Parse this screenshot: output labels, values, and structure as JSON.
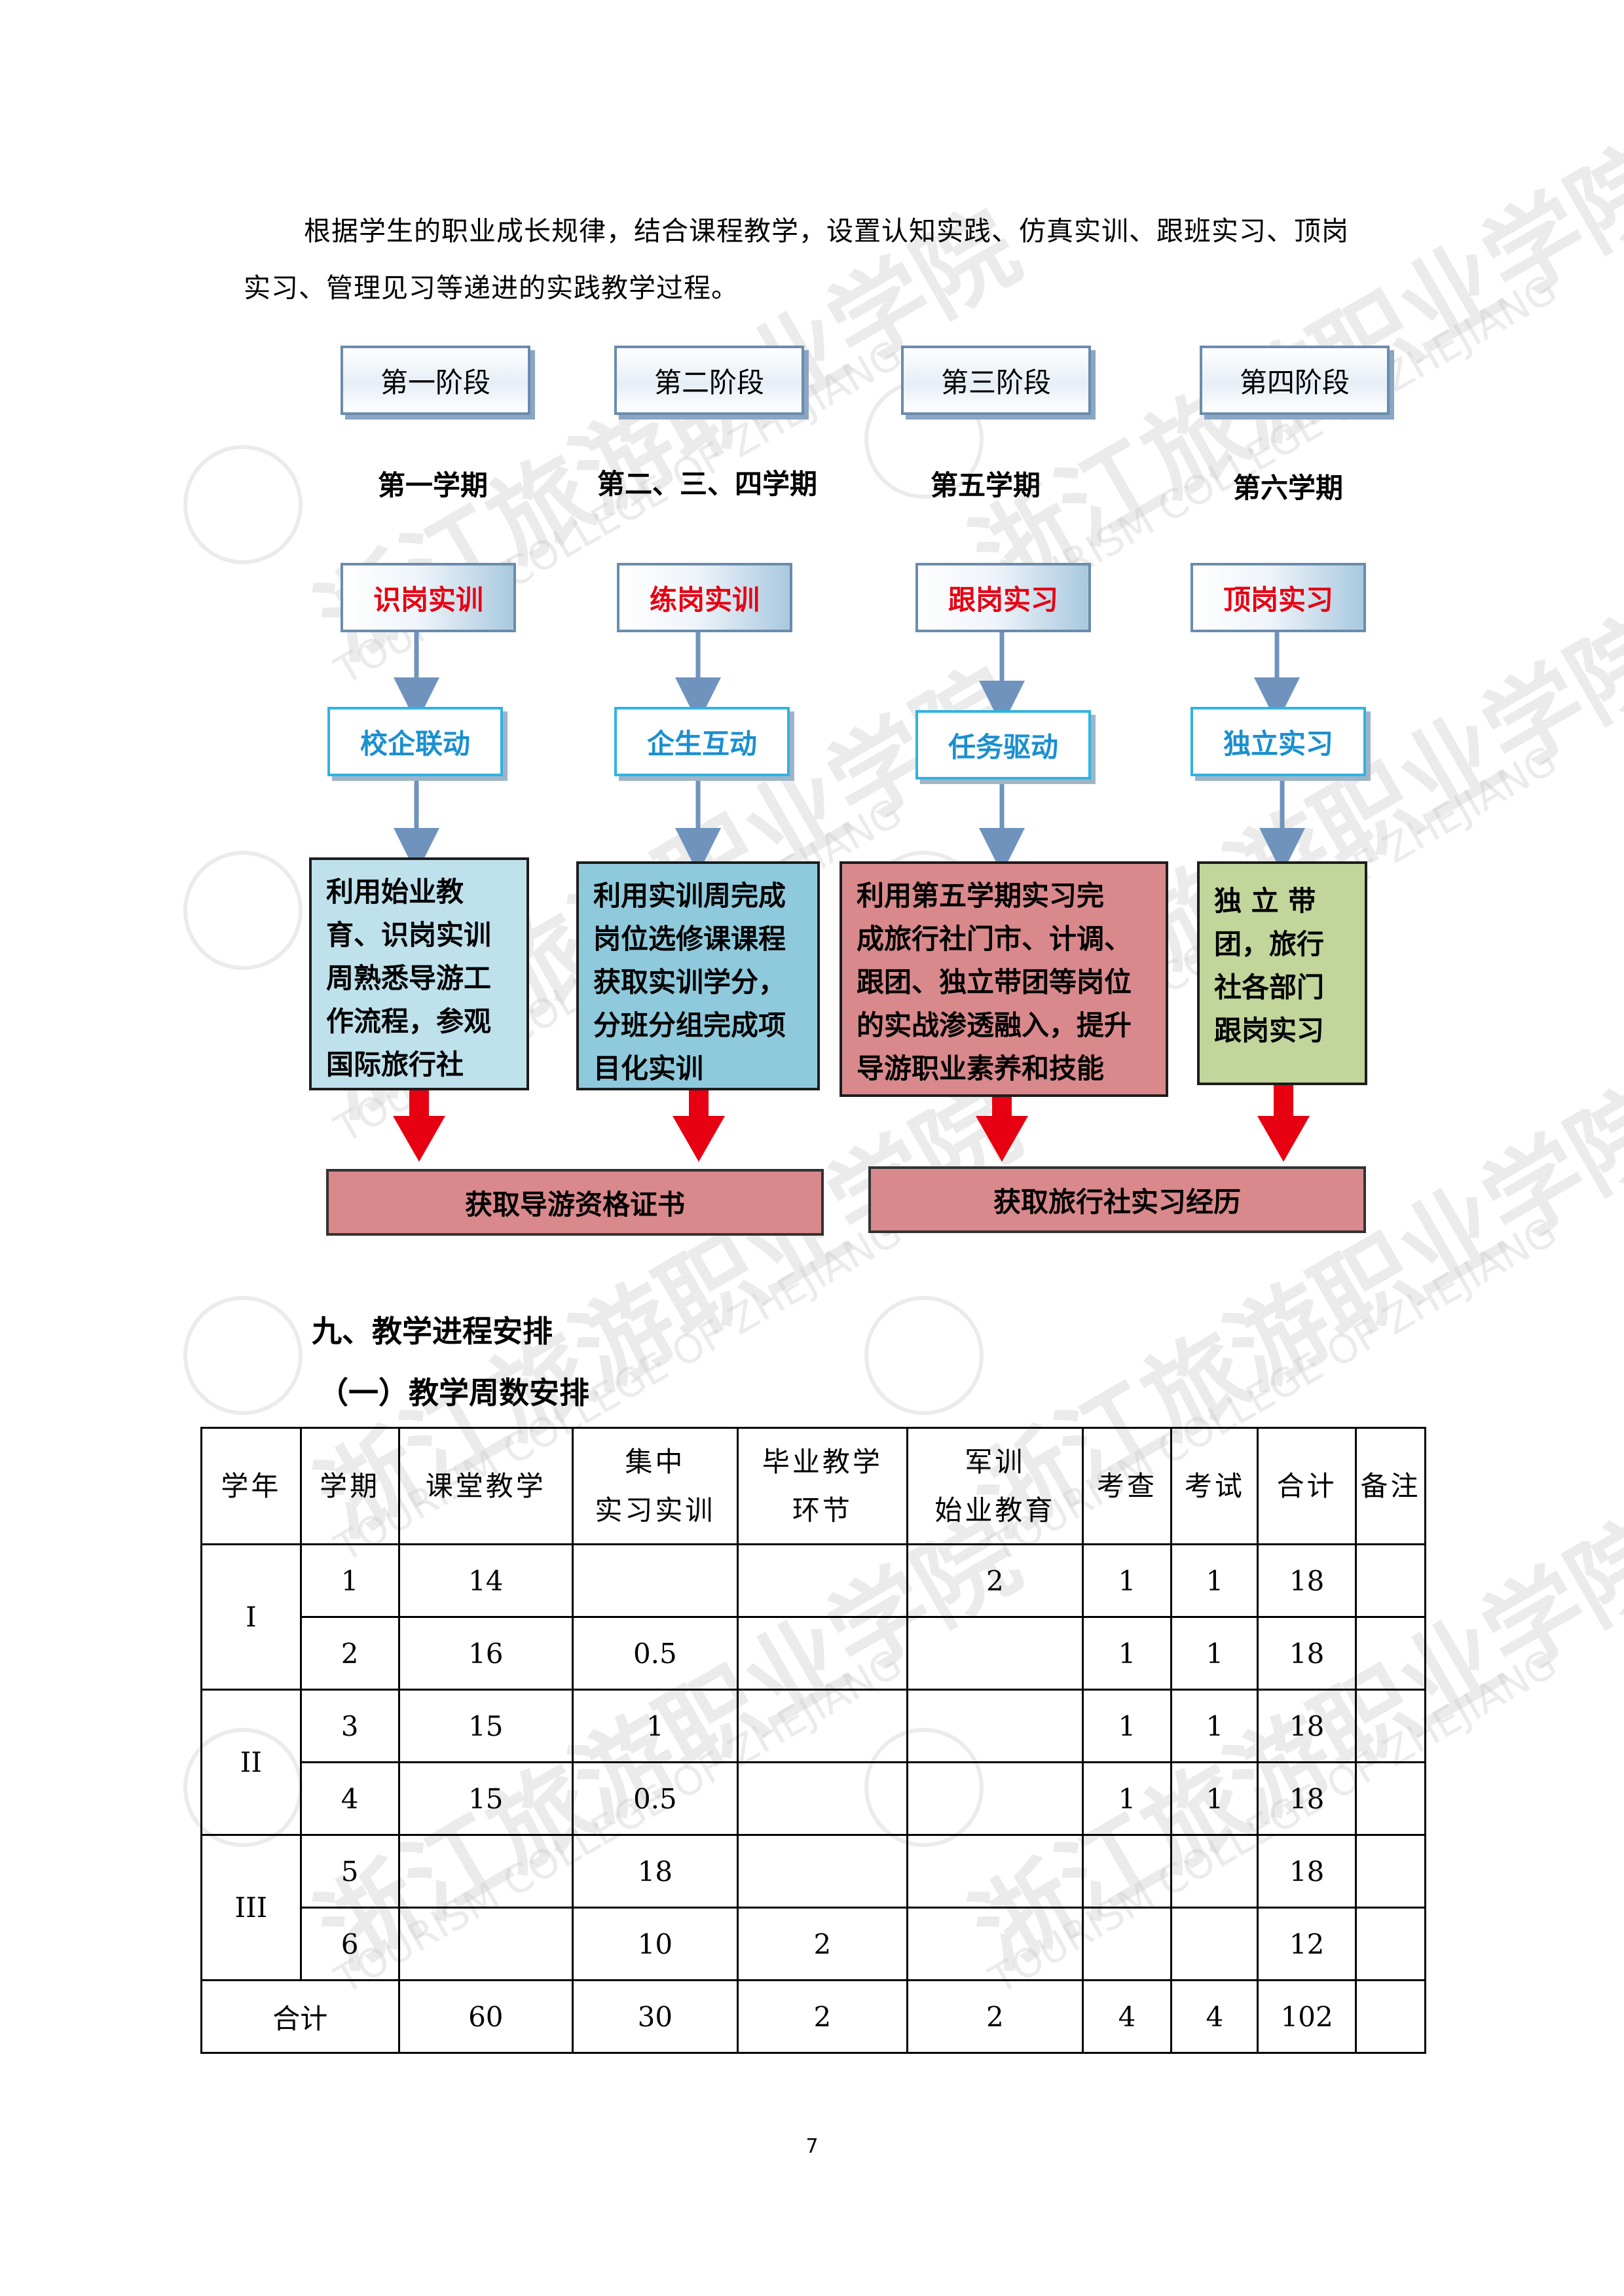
{
  "intro": {
    "line1": "根据学生的职业成长规律，结合课程教学，设置认知实践、仿真实训、跟班实习、顶岗",
    "line2": "实习、管理见习等递进的实践教学过程。"
  },
  "watermark": {
    "cn": "浙江旅游职业学院",
    "en": "TOURISM COLLEGE OF ZHEJIANG"
  },
  "flow": {
    "stages": [
      "第一阶段",
      "第二阶段",
      "第三阶段",
      "第四阶段"
    ],
    "terms": [
      "第一学期",
      "第二、三、四学期",
      "第五学期",
      "第六学期"
    ],
    "practices": [
      "识岗实训",
      "练岗实训",
      "跟岗实习",
      "顶岗实习"
    ],
    "modes": [
      "校企联动",
      "企生互动",
      "任务驱动",
      "独立实习"
    ],
    "descriptions": [
      [
        "利用始业教",
        "育、识岗实训",
        "周熟悉导游工",
        "作流程，参观",
        "国际旅行社"
      ],
      [
        "利用实训周完成",
        "岗位选修课课程",
        "获取实训学分，",
        "分班分组完成项",
        "目化实训"
      ],
      [
        "利用第五学期实习完",
        "成旅行社门市、计调、",
        "跟团、独立带团等岗位",
        "的实战渗透融入，提升",
        "导游职业素养和技能"
      ],
      [
        "独 立 带",
        "团，旅行",
        "社各部门",
        "跟岗实习"
      ]
    ],
    "desc_colors": [
      "#bfe1ec",
      "#8fcadc",
      "#d9898c",
      "#c2d59b"
    ],
    "results": [
      "获取导游资格证书",
      "获取旅行社实习经历"
    ]
  },
  "section": {
    "title": "九、教学进程安排",
    "subtitle": "（一）教学周数安排"
  },
  "table": {
    "headers": [
      "学年",
      "学期",
      "课堂教学",
      "集中\n实习实训",
      "毕业教学\n环节",
      "军训\n始业教育",
      "考查",
      "考试",
      "合计",
      "备注"
    ],
    "years": [
      "I",
      "II",
      "III"
    ],
    "rows": [
      [
        "1",
        "14",
        "",
        "",
        "2",
        "1",
        "1",
        "18",
        ""
      ],
      [
        "2",
        "16",
        "0.5",
        "",
        "",
        "1",
        "1",
        "18",
        ""
      ],
      [
        "3",
        "15",
        "1",
        "",
        "",
        "1",
        "1",
        "18",
        ""
      ],
      [
        "4",
        "15",
        "0.5",
        "",
        "",
        "1",
        "1",
        "18",
        ""
      ],
      [
        "5",
        "",
        "18",
        "",
        "",
        "",
        "",
        "18",
        ""
      ],
      [
        "6",
        "",
        "10",
        "2",
        "",
        "",
        "",
        "12",
        ""
      ]
    ],
    "total": [
      "合计",
      "60",
      "30",
      "2",
      "2",
      "4",
      "4",
      "102",
      ""
    ]
  },
  "page_number": "7"
}
